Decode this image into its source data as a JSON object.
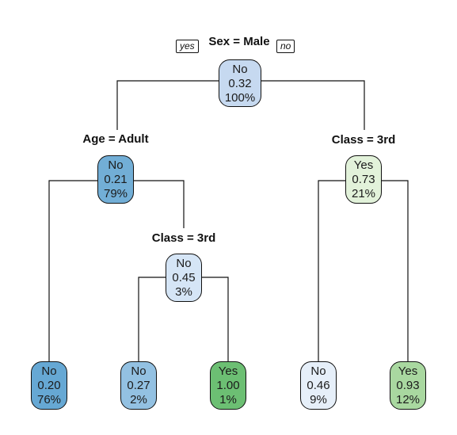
{
  "diagram": {
    "type": "decision-tree",
    "direction_labels": {
      "yes": "yes",
      "no": "no"
    },
    "splits": {
      "root": "Sex = Male",
      "age": "Age = Adult",
      "class_left": "Class = 3rd",
      "class_right": "Class = 3rd"
    },
    "nodes": {
      "root": {
        "class": "No",
        "prob": "0.32",
        "pct": "100%",
        "color": "#c6d9f0"
      },
      "age": {
        "class": "No",
        "prob": "0.21",
        "pct": "79%",
        "color": "#72aed6"
      },
      "class_left": {
        "class": "No",
        "prob": "0.45",
        "pct": "3%",
        "color": "#d5e5f6"
      },
      "class_right": {
        "class": "Yes",
        "prob": "0.73",
        "pct": "21%",
        "color": "#e2f2da"
      },
      "leaf_1": {
        "class": "No",
        "prob": "0.20",
        "pct": "76%",
        "color": "#66a8d4"
      },
      "leaf_2": {
        "class": "No",
        "prob": "0.27",
        "pct": "2%",
        "color": "#93c1e2"
      },
      "leaf_3": {
        "class": "Yes",
        "prob": "1.00",
        "pct": "1%",
        "color": "#6cbf73"
      },
      "leaf_4": {
        "class": "No",
        "prob": "0.46",
        "pct": "9%",
        "color": "#e6eff9"
      },
      "leaf_5": {
        "class": "Yes",
        "prob": "0.93",
        "pct": "12%",
        "color": "#a9d8a0"
      }
    }
  }
}
